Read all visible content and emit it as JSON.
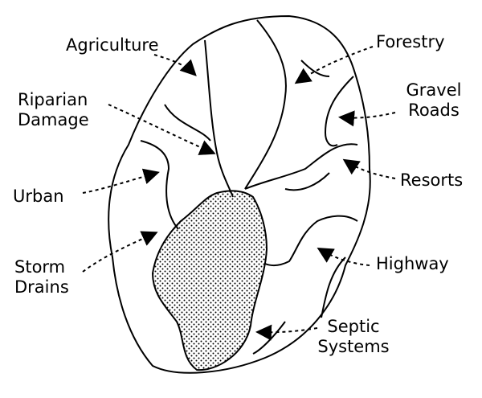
{
  "diagram": {
    "sources": [
      {
        "id": "agriculture",
        "lines": [
          "Agriculture"
        ]
      },
      {
        "id": "forestry",
        "lines": [
          "Forestry"
        ]
      },
      {
        "id": "riparian-damage",
        "lines": [
          "Riparian",
          "Damage"
        ]
      },
      {
        "id": "gravel-roads",
        "lines": [
          "Gravel",
          "Roads"
        ]
      },
      {
        "id": "urban",
        "lines": [
          "Urban"
        ]
      },
      {
        "id": "resorts",
        "lines": [
          "Resorts"
        ]
      },
      {
        "id": "storm-drains",
        "lines": [
          "Storm",
          "Drains"
        ]
      },
      {
        "id": "highway",
        "lines": [
          "Highway"
        ]
      },
      {
        "id": "septic-systems",
        "lines": [
          "Septic",
          "Systems"
        ]
      }
    ]
  }
}
